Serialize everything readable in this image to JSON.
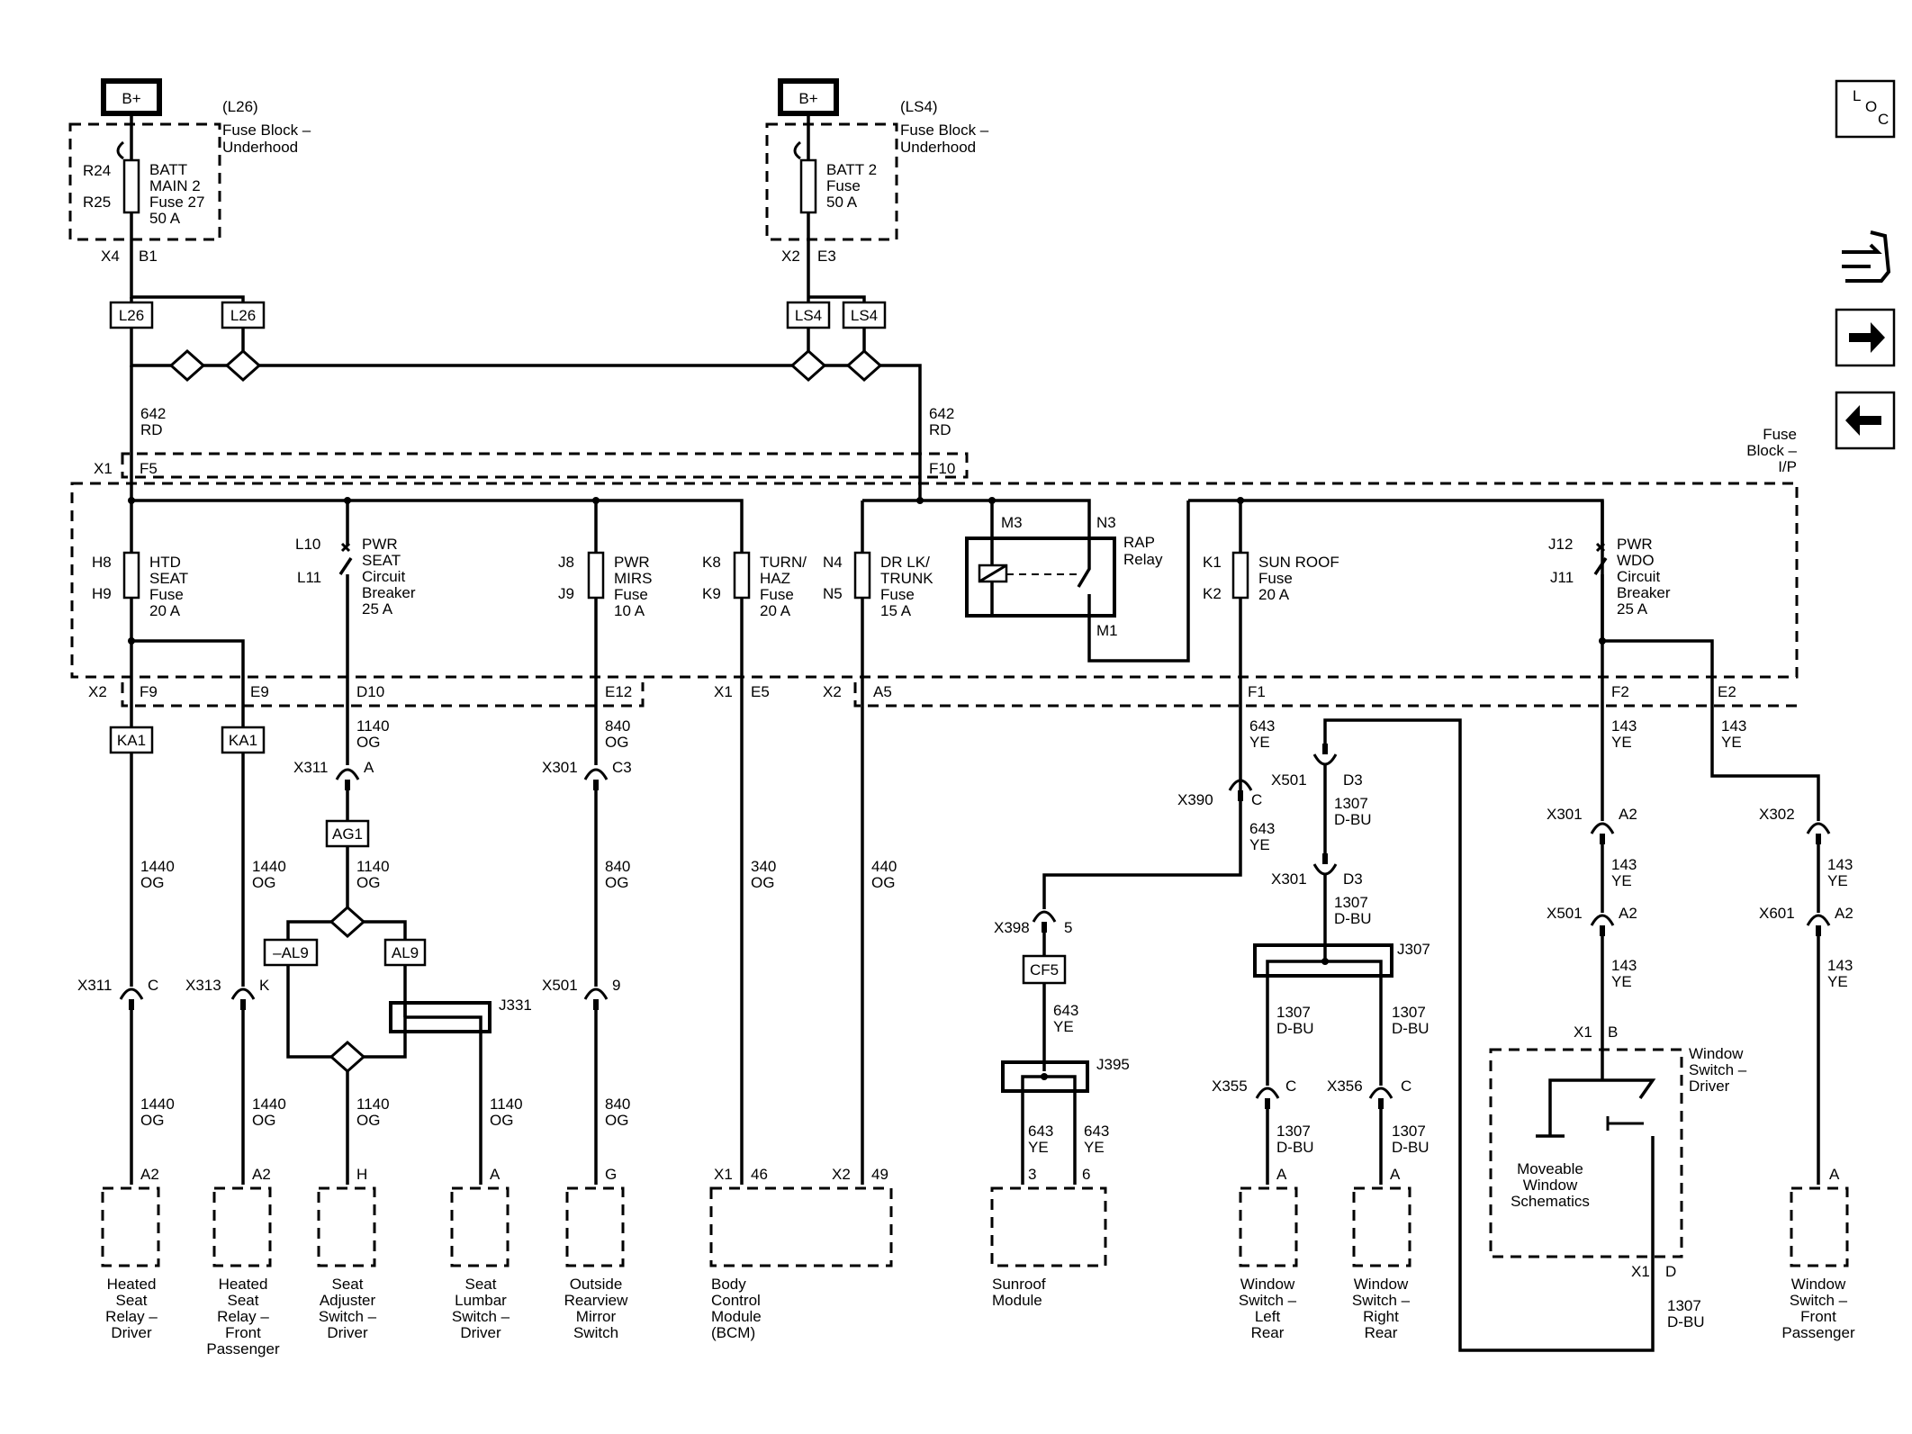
{
  "supplies": {
    "left": {
      "label": "B+",
      "option": "(L26)",
      "fuse_block": [
        "Fuse Block –",
        "Underhood"
      ],
      "cavity_in": "R24",
      "cavity_out": "R25",
      "fuse": [
        "BATT",
        "MAIN 2",
        "Fuse 27",
        "50 A"
      ],
      "conn": "X4",
      "pin": "B1"
    },
    "right": {
      "label": "B+",
      "option": "(LS4)",
      "fuse_block": [
        "Fuse Block –",
        "Underhood"
      ],
      "fuse": [
        "BATT 2",
        "Fuse",
        "50 A"
      ],
      "conn": "X2",
      "pin": "E3"
    }
  },
  "options": {
    "l26a": "L26",
    "l26b": "L26",
    "ls4a": "LS4",
    "ls4b": "LS4"
  },
  "feed_wires": {
    "left": [
      "642",
      "RD"
    ],
    "right": [
      "642",
      "RD"
    ]
  },
  "ip_block": {
    "name": [
      "Fuse",
      "Block –",
      "I/P"
    ],
    "x1": "X1",
    "f5": "F5",
    "f10": "F10",
    "x2a": "X2",
    "x1b": "X1",
    "x2b": "X2",
    "f9": "F9",
    "e9": "E9",
    "d10": "D10",
    "e12": "E12",
    "e5": "E5",
    "a5": "A5",
    "f1": "F1",
    "f2": "F2",
    "e2": "E2"
  },
  "fuses": {
    "htd": {
      "cav_in": "H8",
      "cav_out": "H9",
      "label": [
        "HTD",
        "SEAT",
        "Fuse",
        "20 A"
      ]
    },
    "pwr_seat": {
      "cav_in": "L10",
      "cav_out": "L11",
      "label": [
        "PWR",
        "SEAT",
        "Circuit",
        "Breaker",
        "25 A"
      ]
    },
    "pwr_mirs": {
      "cav_in": "J8",
      "cav_out": "J9",
      "label": [
        "PWR",
        "MIRS",
        "Fuse",
        "10 A"
      ]
    },
    "turn_haz": {
      "cav_in": "K8",
      "cav_out": "K9",
      "label": [
        "TURN/",
        "HAZ",
        "Fuse",
        "20 A"
      ]
    },
    "dr_lk": {
      "cav_in": "N4",
      "cav_out": "N5",
      "label": [
        "DR LK/",
        "TRUNK",
        "Fuse",
        "15 A"
      ]
    },
    "rap": {
      "m3": "M3",
      "n3": "N3",
      "m1": "M1",
      "label": [
        "RAP",
        "Relay"
      ]
    },
    "sun_roof": {
      "cav_in": "K1",
      "cav_out": "K2",
      "label": [
        "SUN ROOF",
        "Fuse",
        "20 A"
      ]
    },
    "pwr_wdo": {
      "cav_in": "J12",
      "cav_out": "J11",
      "label": [
        "PWR",
        "WDO",
        "Circuit",
        "Breaker",
        "25 A"
      ]
    }
  },
  "nav": {
    "loc": [
      "L",
      "O",
      "C"
    ]
  },
  "circuits": {
    "c1": {
      "opt": "KA1",
      "w1": [
        "1440",
        "OG"
      ],
      "conn": "X311",
      "pin": "C",
      "w2": [
        "1440",
        "OG"
      ],
      "term": "A2",
      "name": [
        "Heated",
        "Seat",
        "Relay –",
        "Driver"
      ]
    },
    "c2": {
      "opt": "KA1",
      "w1": [
        "1440",
        "OG"
      ],
      "conn": "X313",
      "pin": "K",
      "w2": [
        "1440",
        "OG"
      ],
      "term": "A2",
      "name": [
        "Heated",
        "Seat",
        "Relay –",
        "Front",
        "Passenger"
      ]
    },
    "c3": {
      "w1": [
        "1140",
        "OG"
      ],
      "conn": "X311",
      "pin": "A",
      "opt": "AG1",
      "w2": [
        "1140",
        "OG"
      ],
      "opt_l": "–AL9",
      "opt_r": "AL9",
      "splice": "J331",
      "w3": [
        "1140",
        "OG"
      ],
      "term": "H",
      "name": [
        "Seat",
        "Adjuster",
        "Switch –",
        "Driver"
      ]
    },
    "c4": {
      "w": [
        "1140",
        "OG"
      ],
      "term": "A",
      "name": [
        "Seat",
        "Lumbar",
        "Switch –",
        "Driver"
      ]
    },
    "c5": {
      "w1": [
        "840",
        "OG"
      ],
      "conn1": "X301",
      "pin1": "C3",
      "w2": [
        "840",
        "OG"
      ],
      "conn2": "X501",
      "pin2": "9",
      "w3": [
        "840",
        "OG"
      ],
      "term": "G",
      "name": [
        "Outside",
        "Rearview",
        "Mirror",
        "Switch"
      ]
    },
    "c6": {
      "w": [
        "340",
        "OG"
      ],
      "w2": [
        "440",
        "OG"
      ],
      "conn1": "X1",
      "pin1": "46",
      "conn2": "X2",
      "pin2": "49",
      "name": [
        "Body",
        "Control",
        "Module",
        "(BCM)"
      ]
    },
    "c7": {
      "w1": [
        "643",
        "YE"
      ],
      "conn1": "X390",
      "pin1": "C",
      "w2": [
        "643",
        "YE"
      ],
      "conn2": "X398",
      "pin2": "5",
      "opt": "CF5",
      "w3": [
        "643",
        "YE"
      ],
      "splice": "J395",
      "w4": [
        "643",
        "YE"
      ],
      "w5": [
        "643",
        "YE"
      ],
      "t1": "3",
      "t2": "6",
      "name": [
        "Sunroof",
        "Module"
      ]
    },
    "c8": {
      "conn1": "X501",
      "pin1": "D3",
      "w1": [
        "1307",
        "D-BU"
      ],
      "conn2": "X301",
      "pin2": "D3",
      "w2": [
        "1307",
        "D-BU"
      ],
      "splice": "J307",
      "w3": [
        "1307",
        "D-BU"
      ],
      "w4": [
        "1307",
        "D-BU"
      ],
      "conn3": "X355",
      "pin3": "C",
      "conn4": "X356",
      "pin4": "C",
      "w5": [
        "1307",
        "D-BU"
      ],
      "w6": [
        "1307",
        "D-BU"
      ],
      "t1": "A",
      "t2": "A",
      "name1": [
        "Window",
        "Switch –",
        "Left",
        "Rear"
      ],
      "name2": [
        "Window",
        "Switch –",
        "Right",
        "Rear"
      ]
    },
    "c9": {
      "w1": [
        "143",
        "YE"
      ],
      "conn1": "X301",
      "pin1": "A2",
      "w2": [
        "143",
        "YE"
      ],
      "conn2": "X501",
      "pin2": "A2",
      "w3": [
        "143",
        "YE"
      ],
      "conn3": "X1",
      "pin3": "B",
      "name": [
        "Window",
        "Switch –",
        "Driver"
      ],
      "inner": [
        "Moveable",
        "Window",
        "Schematics"
      ],
      "conn4": "X1",
      "pin4": "D",
      "w4": [
        "1307",
        "D-BU"
      ]
    },
    "c10": {
      "w1": [
        "143",
        "YE"
      ],
      "conn1": "X302",
      "w2": [
        "143",
        "YE"
      ],
      "conn2": "X601",
      "pin2": "A2",
      "w3": [
        "143",
        "YE"
      ],
      "term": "A",
      "name": [
        "Window",
        "Switch –",
        "Front",
        "Passenger"
      ]
    }
  }
}
